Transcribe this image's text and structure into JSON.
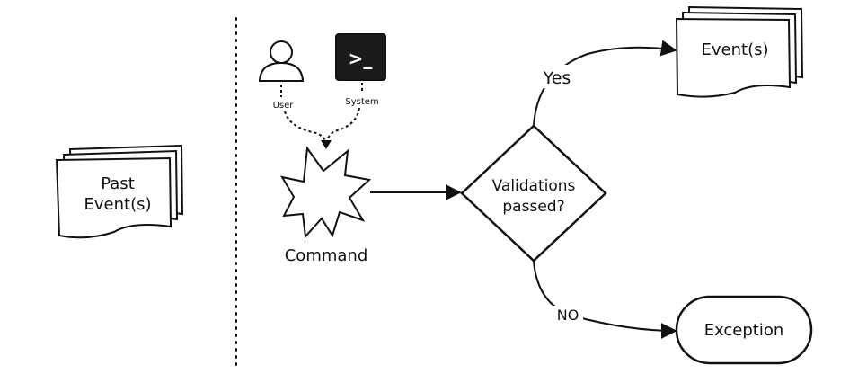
{
  "past_events": {
    "line1": "Past",
    "line2": "Event(s)"
  },
  "actors": {
    "user": "User",
    "system": "System",
    "terminal_glyph": ">_"
  },
  "command": {
    "label": "Command"
  },
  "decision": {
    "line1": "Validations",
    "line2": "passed?"
  },
  "yes_label": "Yes",
  "no_label": "NO",
  "events": {
    "label": "Event(s)"
  },
  "exception": {
    "label": "Exception"
  },
  "icons": [
    "user-icon",
    "terminal-icon"
  ],
  "colors": {
    "ink": "#111111",
    "terminal_bg": "#1b1b1b",
    "terminal_fg": "#ffffff"
  }
}
